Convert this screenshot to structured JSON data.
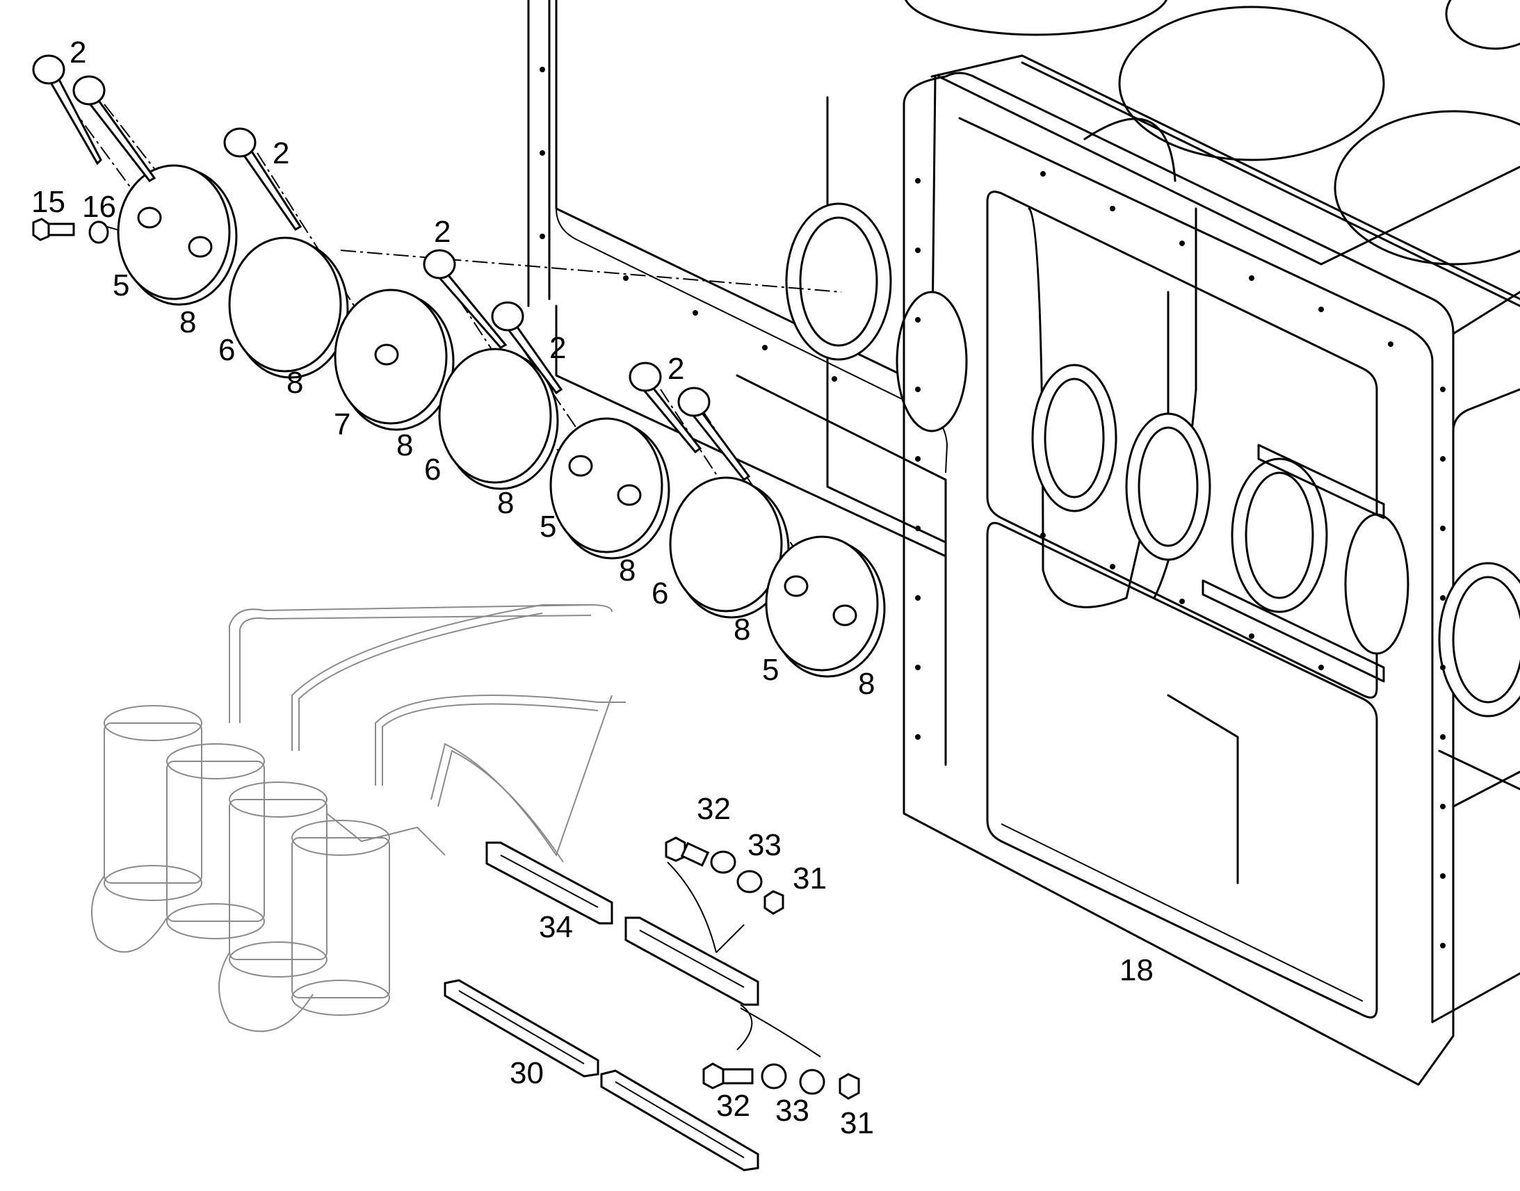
{
  "callouts": {
    "c2a": "2",
    "c2b": "2",
    "c2c": "2",
    "c2d": "2",
    "c2e": "2",
    "c15": "15",
    "c16": "16",
    "c5a": "5",
    "c5b": "5",
    "c5c": "5",
    "c8a": "8",
    "c8b": "8",
    "c8c": "8",
    "c8d": "8",
    "c8e": "8",
    "c8f": "8",
    "c8g": "8",
    "c6a": "6",
    "c6b": "6",
    "c6c": "6",
    "c7": "7",
    "c32a": "32",
    "c32b": "32",
    "c33a": "33",
    "c33b": "33",
    "c31a": "31",
    "c31b": "31",
    "c34": "34",
    "c30": "30",
    "c18": "18"
  }
}
